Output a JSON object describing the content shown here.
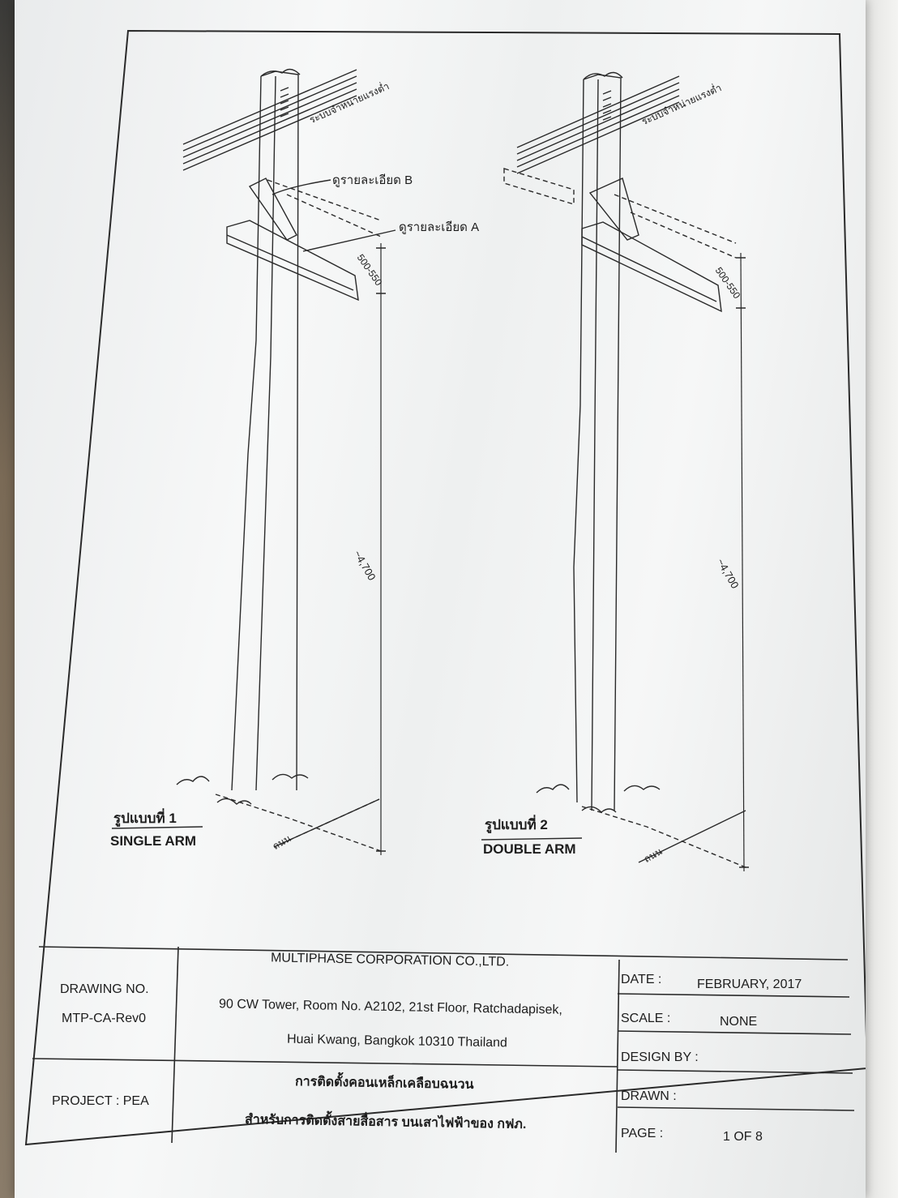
{
  "figures": [
    {
      "caption_thai": "รูปแบบที่ 1",
      "caption_en": "SINGLE ARM",
      "cable_label": "ระบบจำหน่ายแรงต่ำ",
      "detail_b": "ดูรายละเอียด B",
      "detail_a": "ดูรายละเอียด A",
      "dim_arm": "500-550",
      "dim_height": "~4,700",
      "road_label": "ถนน"
    },
    {
      "caption_thai": "รูปแบบที่ 2",
      "caption_en": "DOUBLE ARM",
      "cable_label": "ระบบจำหน่ายแรงต่ำ",
      "dim_arm": "500-550",
      "dim_height": "~4,700",
      "road_label": "ถนน"
    }
  ],
  "title_block": {
    "drawing_no_label": "DRAWING NO.",
    "drawing_no": "MTP-CA-Rev0",
    "company": "MULTIPHASE CORPORATION CO.,LTD.",
    "address_line1": "90 CW Tower, Room No. A2102, 21st Floor, Ratchadapisek,",
    "address_line2": "Huai Kwang, Bangkok 10310 Thailand",
    "project_label": "PROJECT : PEA",
    "title_th_line1": "การติดตั้งคอนเหล็กเคลือบฉนวน",
    "title_th_line2": "สำหรับการติดตั้งสายสื่อสาร บนเสาไฟฟ้าของ กฟภ.",
    "date_label": "DATE :",
    "date_value": "FEBRUARY, 2017",
    "scale_label": "SCALE :",
    "scale_value": "NONE",
    "design_by_label": "DESIGN BY :",
    "drawn_label": "DRAWN :",
    "page_label": "PAGE :",
    "page_value": "1 OF 8"
  }
}
